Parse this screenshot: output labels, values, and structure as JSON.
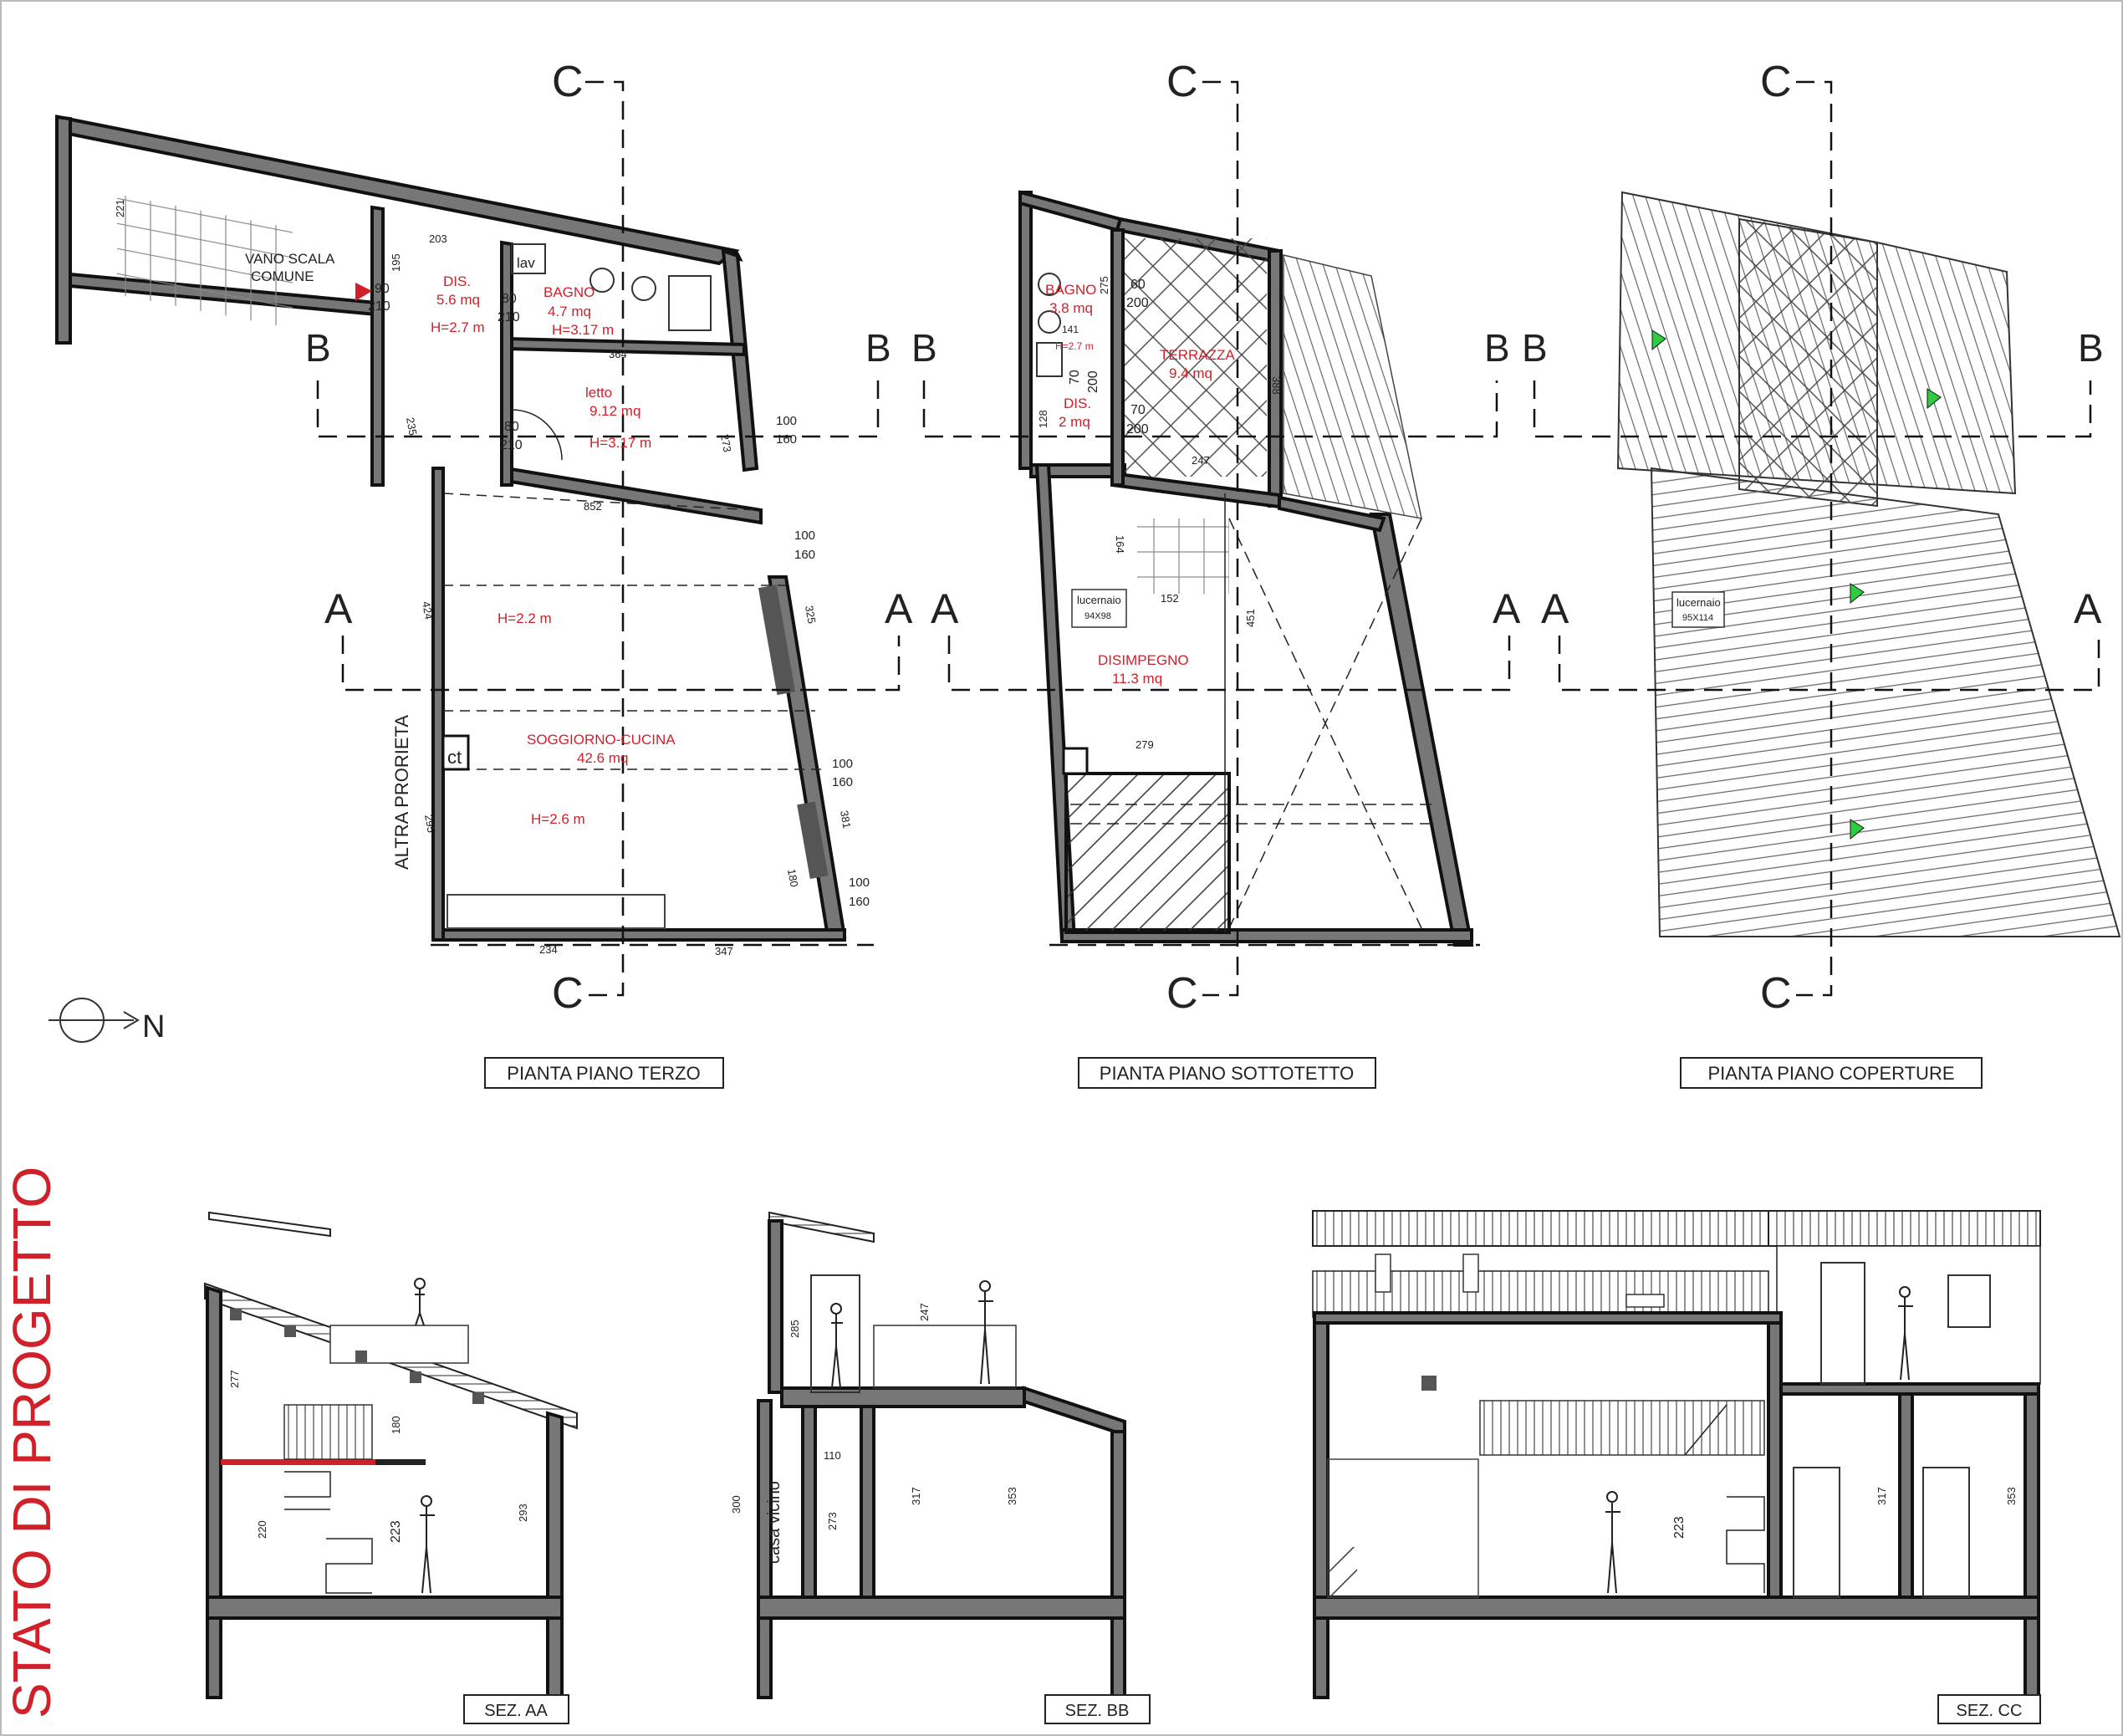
{
  "sheet_title": "STATO DI PROGETTO",
  "north": "N",
  "section_letters": {
    "a": "A",
    "b": "B",
    "c": "C"
  },
  "plan_titles": {
    "terzo": "PIANTA PIANO TERZO",
    "sottotetto": "PIANTA PIANO SOTTOTETTO",
    "coperture": "PIANTA PIANO COPERTURE"
  },
  "section_titles": {
    "aa": "SEZ. AA",
    "bb": "SEZ. BB",
    "cc": "SEZ. CC"
  },
  "terzo": {
    "vano_scala_1": "VANO SCALA",
    "vano_scala_2": "COMUNE",
    "dis_name": "DIS.",
    "dis_area": "5.6 mq",
    "dis_h": "H=2.7 m",
    "bagno_name": "BAGNO",
    "bagno_area": "4.7 mq",
    "bagno_h": "H=3.17 m",
    "letto_name": "letto",
    "letto_area": "9.12 mq",
    "letto_h": "H=3.17 m",
    "h_stair": "H=2.2 m",
    "soggiorno_name": "SOGGIORNO-CUCINA",
    "soggiorno_area": "42.6 mq",
    "soggiorno_h": "H=2.6 m",
    "altra": "ALTRA PRORIETA",
    "lav": "lav",
    "ct": "ct",
    "door_90": "90",
    "door_210": "210",
    "door_80": "80",
    "dim_203": "203",
    "dim_195": "195",
    "dim_364": "364",
    "dim_273": "273",
    "dim_852": "852",
    "dim_235": "235",
    "dim_424": "424",
    "dim_325": "325",
    "dim_295": "295",
    "dim_381": "381",
    "dim_180": "180",
    "dim_234": "234",
    "dim_347": "347",
    "dim_221": "221",
    "win_100": "100",
    "win_160": "160"
  },
  "sottotetto": {
    "bagno_name": "BAGNO",
    "bagno_area": "3.8 mq",
    "bagno_h": "H=2.7 m",
    "terrazza_name": "TERRAZZA",
    "terrazza_area": "9.4 mq",
    "dis_name": "DIS.",
    "dis_area": "2 mq",
    "disimpegno_name": "DISIMPEGNO",
    "disimpegno_area": "11.3 mq",
    "lucernaio": "lucernaio",
    "lucernaio_dim": "94X98",
    "dim_60": "60",
    "dim_70": "70",
    "dim_200": "200",
    "dim_275": "275",
    "dim_128": "128",
    "dim_141": "141",
    "dim_247": "247",
    "dim_388": "388",
    "dim_152": "152",
    "dim_451": "451",
    "dim_279": "279",
    "dim_164": "164"
  },
  "coperture": {
    "lucernaio": "lucernaio",
    "lucernaio_dim": "95X114"
  },
  "sez_aa": {
    "dim_277": "277",
    "dim_180": "180",
    "dim_220": "220",
    "dim_223": "223",
    "dim_293": "293"
  },
  "sez_bb": {
    "dim_285": "285",
    "dim_247": "247",
    "dim_110": "110",
    "dim_300": "300",
    "dim_273": "273",
    "dim_317": "317",
    "dim_353": "353",
    "casa": "casa vicino"
  },
  "sez_cc": {
    "dim_223": "223",
    "dim_317": "317",
    "dim_353": "353"
  }
}
